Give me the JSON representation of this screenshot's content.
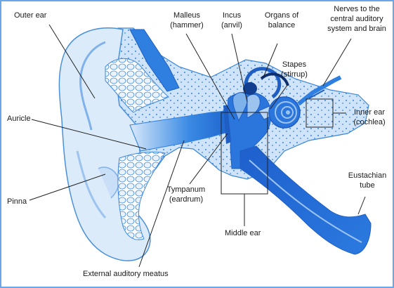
{
  "labels": {
    "outer_ear": "Outer ear",
    "malleus": [
      "Malleus",
      "(hammer)"
    ],
    "incus": [
      "Incus",
      "(anvil)"
    ],
    "organs_of_balance": [
      "Organs of",
      "balance"
    ],
    "nerves": [
      "Nerves to the",
      "central auditory",
      "system and brain"
    ],
    "stapes": [
      "Stapes",
      "(stirrup)"
    ],
    "auricle": "Auricle",
    "inner_ear": [
      "Inner ear",
      "(cochlea)"
    ],
    "eustachian_tube": [
      "Eustachian",
      "tube"
    ],
    "pinna": "Pinna",
    "tympanum": [
      "Tympanum",
      "(eardrum)"
    ],
    "middle_ear": "Middle ear",
    "external_auditory_meatus": "External auditory meatus"
  },
  "colors": {
    "background": "#ffffff",
    "border": "#6aa6e8",
    "ear_fill": "#dcebfa",
    "ear_stroke": "#4a90d9",
    "canal": "#2f7fe0",
    "deep_blue": "#1f5fc4",
    "tissue": "#c7e0f8",
    "leader_line": "#222222"
  }
}
